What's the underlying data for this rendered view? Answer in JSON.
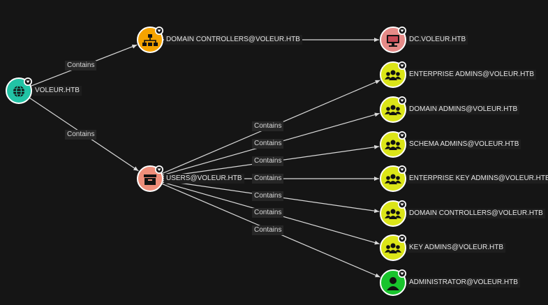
{
  "colors": {
    "background": "#151515",
    "edge": "#d9d9d9",
    "domain": "#22c3a5",
    "ou": "#f5a300",
    "computer": "#e58a87",
    "container": "#ef8e7a",
    "group": "#dbe518",
    "user": "#19c42d",
    "badge": "#1a1a1a"
  },
  "nodes": [
    {
      "id": "domain",
      "label": "VOLEUR.HTB",
      "type": "domain",
      "icon": "globe-icon"
    },
    {
      "id": "dc_ou",
      "label": "DOMAIN CONTROLLERS@VOLEUR.HTB",
      "type": "ou",
      "icon": "org-chart-icon"
    },
    {
      "id": "dc",
      "label": "DC.VOLEUR.HTB",
      "type": "computer",
      "icon": "monitor-icon"
    },
    {
      "id": "users",
      "label": "USERS@VOLEUR.HTB",
      "type": "container",
      "icon": "box-icon"
    },
    {
      "id": "ea",
      "label": "ENTERPRISE ADMINS@VOLEUR.HTB",
      "type": "group",
      "icon": "group-icon"
    },
    {
      "id": "da",
      "label": "DOMAIN ADMINS@VOLEUR.HTB",
      "type": "group",
      "icon": "group-icon"
    },
    {
      "id": "sa",
      "label": "SCHEMA ADMINS@VOLEUR.HTB",
      "type": "group",
      "icon": "group-icon"
    },
    {
      "id": "eka",
      "label": "ENTERPRISE KEY ADMINS@VOLEUR.HTB",
      "type": "group",
      "icon": "group-icon"
    },
    {
      "id": "dcg",
      "label": "DOMAIN CONTROLLERS@VOLEUR.HTB",
      "type": "group",
      "icon": "group-icon"
    },
    {
      "id": "ka",
      "label": "KEY ADMINS@VOLEUR.HTB",
      "type": "group",
      "icon": "group-icon"
    },
    {
      "id": "admin",
      "label": "ADMINISTRATOR@VOLEUR.HTB",
      "type": "user",
      "icon": "user-icon"
    }
  ],
  "edges": [
    {
      "from": "domain",
      "to": "dc_ou",
      "label": "Contains"
    },
    {
      "from": "dc_ou",
      "to": "dc",
      "label": ""
    },
    {
      "from": "domain",
      "to": "users",
      "label": "Contains"
    },
    {
      "from": "users",
      "to": "ea",
      "label": "Contains"
    },
    {
      "from": "users",
      "to": "da",
      "label": "Contains"
    },
    {
      "from": "users",
      "to": "sa",
      "label": "Contains"
    },
    {
      "from": "users",
      "to": "eka",
      "label": "Contains"
    },
    {
      "from": "users",
      "to": "dcg",
      "label": "Contains"
    },
    {
      "from": "users",
      "to": "ka",
      "label": "Contains"
    },
    {
      "from": "users",
      "to": "admin",
      "label": "Contains"
    }
  ]
}
